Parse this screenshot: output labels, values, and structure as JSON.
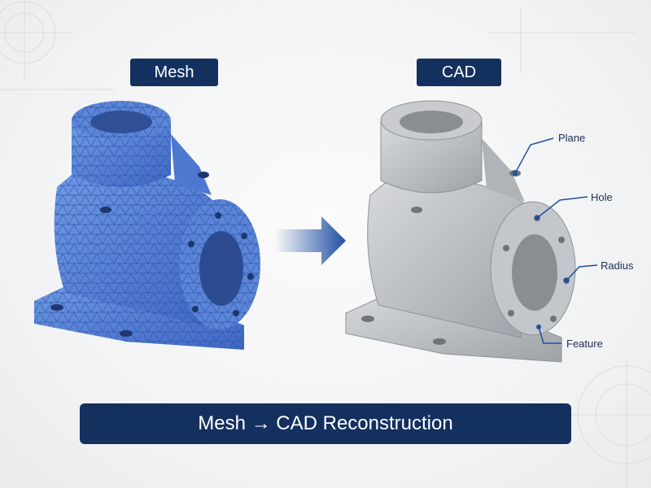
{
  "labels": {
    "mesh": "Mesh",
    "cad": "CAD"
  },
  "callouts": [
    {
      "id": "plane",
      "text": "Plane"
    },
    {
      "id": "hole",
      "text": "Hole"
    },
    {
      "id": "radius",
      "text": "Radius"
    },
    {
      "id": "feature",
      "text": "Feature"
    }
  ],
  "banner": {
    "text": "Mesh → CAD Reconstruction"
  },
  "colors": {
    "navy": "#13305f",
    "mesh_blue": "#4a78d6",
    "cad_gray": "#b9bcc0",
    "accent": "#1f4fa3"
  },
  "icons": [
    "right-arrow-icon"
  ]
}
